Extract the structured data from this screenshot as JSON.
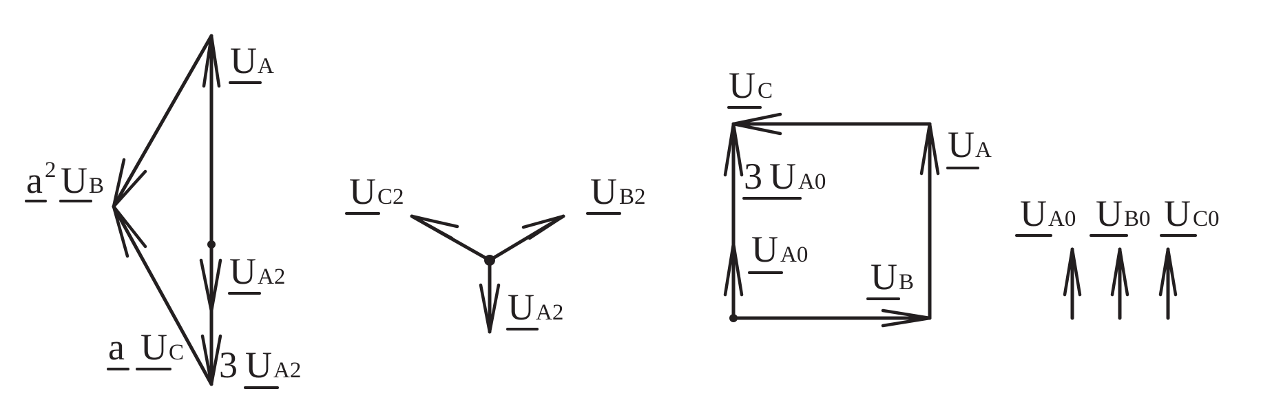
{
  "colors": {
    "ink": "#231f20",
    "background": "#ffffff"
  },
  "diagram_left": {
    "u_a": {
      "main": "U",
      "sub": "A"
    },
    "a2_u_b": {
      "coef": "a",
      "sup": "2",
      "main": "U",
      "sub": "B"
    },
    "u_a2": {
      "main": "U",
      "sub": "A2"
    },
    "a_u_c": {
      "coef": "a",
      "main": "U",
      "sub": "C"
    },
    "three_u_a2": {
      "coef": "3",
      "main": "U",
      "sub": "A2"
    }
  },
  "diagram_star": {
    "u_c2": {
      "main": "U",
      "sub": "C2"
    },
    "u_b2": {
      "main": "U",
      "sub": "B2"
    },
    "u_a2": {
      "main": "U",
      "sub": "A2"
    }
  },
  "diagram_rect": {
    "u_c": {
      "main": "U",
      "sub": "C"
    },
    "u_a": {
      "main": "U",
      "sub": "A"
    },
    "three_u_a0": {
      "coef": "3",
      "main": "U",
      "sub": "A0"
    },
    "u_a0": {
      "main": "U",
      "sub": "A0"
    },
    "u_b": {
      "main": "U",
      "sub": "B"
    }
  },
  "diagram_zero": {
    "u_a0": {
      "main": "U",
      "sub": "A0"
    },
    "u_b0": {
      "main": "U",
      "sub": "B0"
    },
    "u_c0": {
      "main": "U",
      "sub": "C0"
    }
  }
}
